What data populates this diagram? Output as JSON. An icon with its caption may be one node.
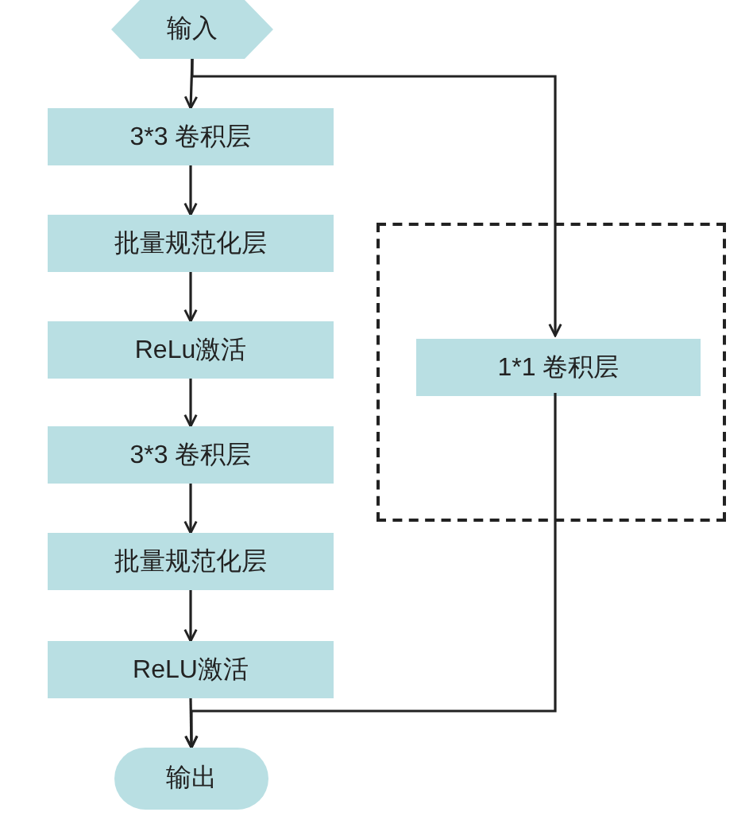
{
  "diagram": {
    "nodes": [
      {
        "text": [
          "输入"
        ]
      },
      {
        "text": [
          "3*3 卷积层"
        ]
      },
      {
        "text": [
          "批量规范化层"
        ]
      },
      {
        "text": [
          "ReLu激活"
        ]
      },
      {
        "text": [
          "3*3 卷积层"
        ]
      },
      {
        "text": [
          "批量规范化层"
        ]
      },
      {
        "text": [
          "ReLU激活"
        ]
      },
      {
        "text": [],
        "shape": "box"
      },
      {
        "text": [
          "1*1 卷积层"
        ],
        "in": 7
      },
      {
        "text": [
          "输出"
        ]
      }
    ],
    "edges": [
      {
        "from": 0,
        "to": 1,
        "arrow": "to"
      },
      {
        "from": 1,
        "to": 2,
        "arrow": "to"
      },
      {
        "from": 2,
        "to": 3,
        "arrow": "to"
      },
      {
        "from": 3,
        "to": 4,
        "arrow": "to"
      },
      {
        "from": 4,
        "to": 5,
        "arrow": "to"
      },
      {
        "from": 5,
        "to": 6,
        "arrow": "to"
      },
      {
        "from": 6,
        "to": 9,
        "arrow": "to"
      },
      {
        "from": 0,
        "to": 8,
        "arrow": "to"
      },
      {
        "from": 8,
        "to": 9,
        "arrow": "to"
      }
    ]
  }
}
